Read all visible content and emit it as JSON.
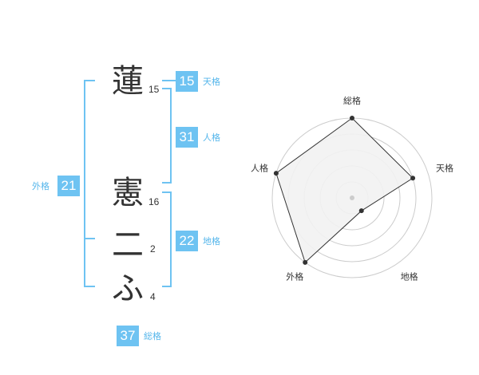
{
  "colors": {
    "accent": "#6ec3f2",
    "label": "#55b6eb",
    "text": "#333333",
    "radar_fill": "#f2f2f2",
    "radar_grid": "#cccccc",
    "radar_line": "#333333"
  },
  "name": {
    "chars": [
      {
        "char": "蓮",
        "strokes": "15"
      },
      {
        "char": "憲",
        "strokes": "16"
      },
      {
        "char": "二",
        "strokes": "2"
      },
      {
        "char": "ふ",
        "strokes": "4"
      }
    ]
  },
  "fortune": {
    "tenkaku": {
      "value": "15",
      "label": "天格"
    },
    "jinkaku": {
      "value": "31",
      "label": "人格"
    },
    "chikaku": {
      "value": "22",
      "label": "地格"
    },
    "gaikaku": {
      "value": "21",
      "label": "外格"
    },
    "soukaku": {
      "value": "37",
      "label": "総格"
    }
  },
  "chart_data": {
    "type": "radar",
    "axes": [
      "総格",
      "天格",
      "地格",
      "外格",
      "人格"
    ],
    "values": [
      5,
      4,
      1,
      5,
      5
    ],
    "max": 5,
    "rings": 5
  }
}
